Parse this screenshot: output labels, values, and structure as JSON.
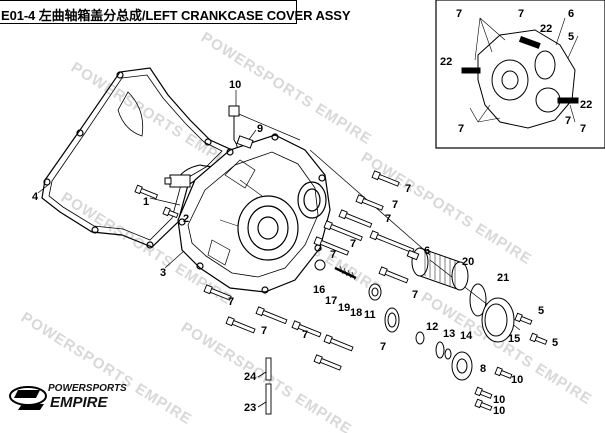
{
  "header": {
    "title": "E01-4 左曲轴箱盖分总成/LEFT CRANKCASE COVER  ASSY"
  },
  "watermark": {
    "text": "POWERSPORTS EMPIRE"
  },
  "logo": {
    "top_text": "POWERSPORTS",
    "bottom_text": "EMPIRE"
  },
  "callouts": {
    "main": {
      "gasket": "4",
      "bolt_1": "1",
      "bolt_2": "2",
      "cover": "3",
      "sensor": "10",
      "clip": "9",
      "bolt_7a": "7",
      "bolt_7b": "7",
      "bolt_7c": "7",
      "bolt_7d": "7",
      "bolt_7e": "7",
      "bolt_7f": "7",
      "bolt_7g": "7",
      "bolt_7h": "7",
      "bolt_7i": "7",
      "bolt_7j": "7",
      "plug_6": "6",
      "filter": "20",
      "oring": "21",
      "part_16": "16",
      "part_17": "17",
      "part_19": "19",
      "part_18": "18",
      "part_11": "11",
      "part_12": "12",
      "part_13": "13",
      "part_14": "14",
      "part_15": "15",
      "part_8": "8",
      "bolt_5a": "5",
      "bolt_5b": "5",
      "bolt_10a": "10",
      "bolt_10b": "10",
      "bolt_10c": "10",
      "pin_24": "24",
      "pin_23": "23"
    },
    "inset": {
      "i7a": "7",
      "i7b": "7",
      "i6": "6",
      "i22a": "22",
      "i22b": "22",
      "i5": "5",
      "i7c": "7",
      "i7d": "7",
      "i7e": "7",
      "i22c": "22"
    }
  },
  "colors": {
    "ink": "#000000",
    "watermark": "#d8d8d8",
    "background": "#ffffff"
  }
}
